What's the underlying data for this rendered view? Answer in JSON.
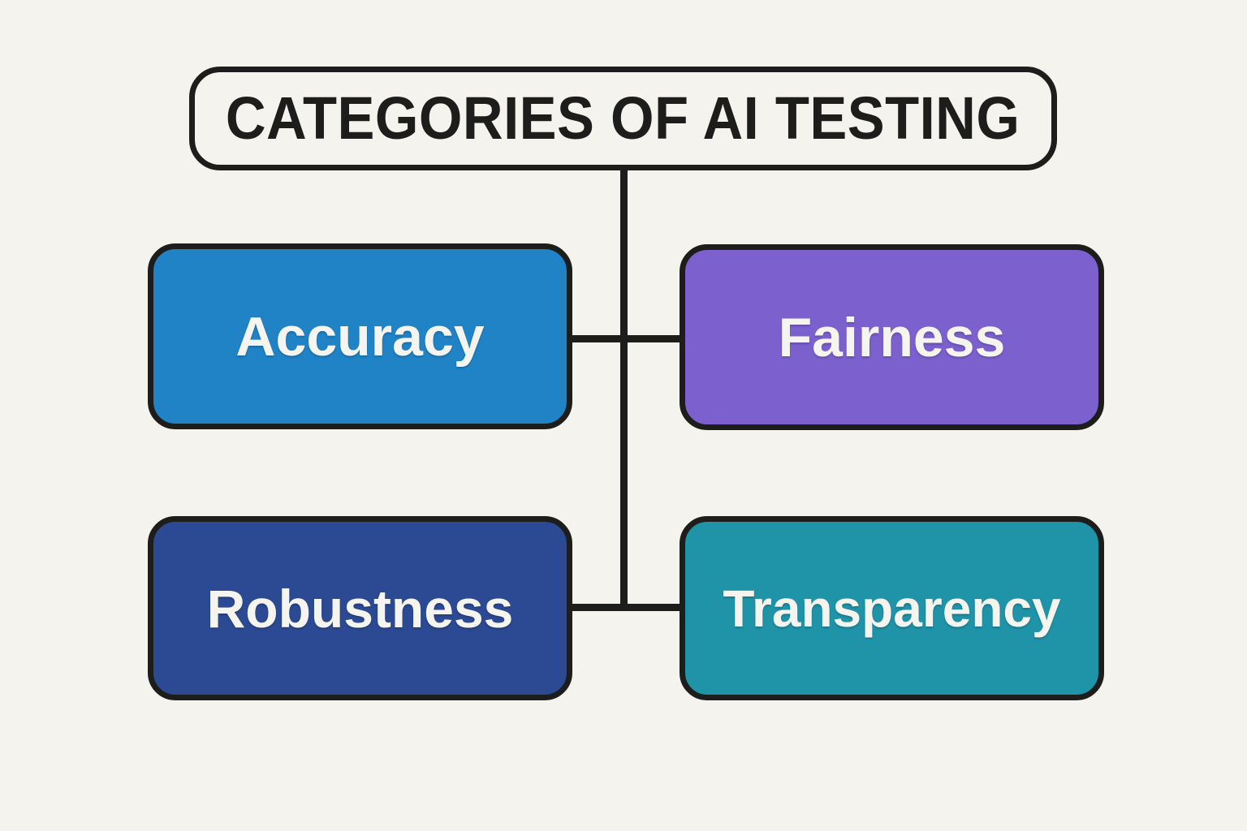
{
  "diagram": {
    "title": "CATEGORIES OF AI TESTING",
    "background_color": "#F4F3ED",
    "line_color": "#1D1D1B",
    "categories": [
      {
        "id": "accuracy",
        "label": "Accuracy",
        "color": "#2083C6",
        "text_color": "#F6F4EF",
        "position": "top-left"
      },
      {
        "id": "fairness",
        "label": "Fairness",
        "color": "#7B60CE",
        "text_color": "#F6F4EF",
        "position": "top-right"
      },
      {
        "id": "robustness",
        "label": "Robustness",
        "color": "#2B4A93",
        "text_color": "#F6F4EF",
        "position": "bottom-left"
      },
      {
        "id": "transparency",
        "label": "Transparency",
        "color": "#1F93A8",
        "text_color": "#F6F4EF",
        "position": "bottom-right"
      }
    ],
    "connectors": [
      {
        "id": "trunk-vertical",
        "from": "title",
        "to": "branches"
      },
      {
        "id": "branch-top-horizontal",
        "from": "accuracy",
        "to": "fairness"
      },
      {
        "id": "branch-bottom-horizontal",
        "from": "robustness",
        "to": "transparency"
      }
    ]
  }
}
